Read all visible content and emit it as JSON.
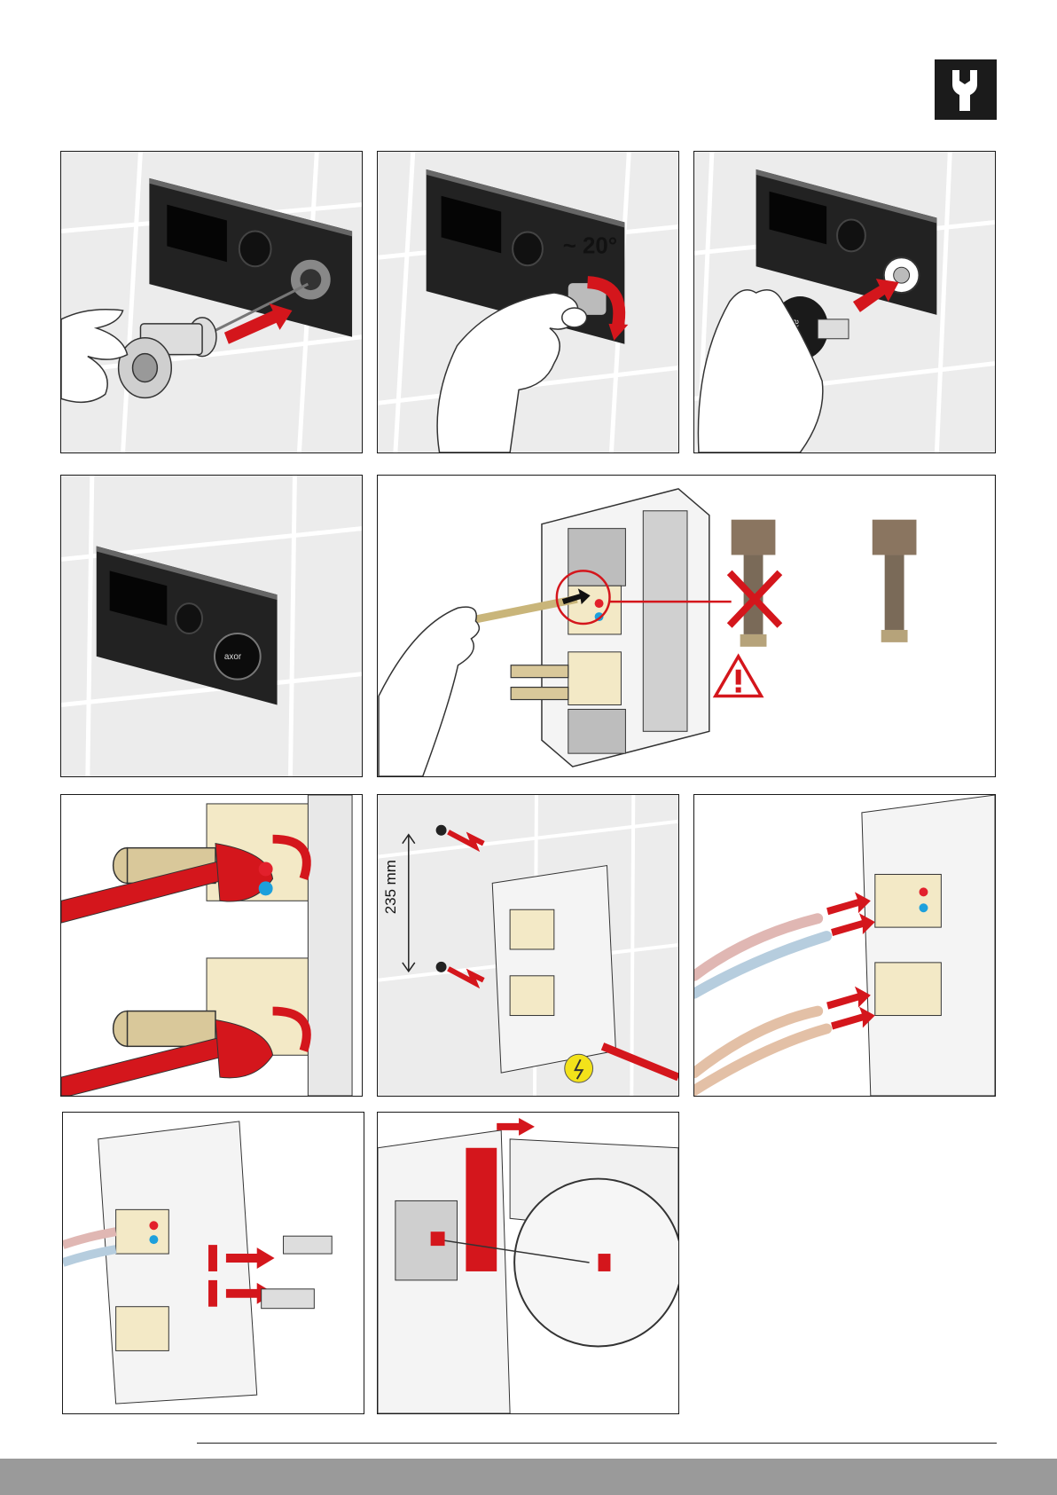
{
  "header": {
    "icon": "wrench-icon"
  },
  "panels": {
    "p2": {
      "angle_label": "~ 20°"
    },
    "p3": {
      "knob_label": "axor"
    },
    "p4": {
      "knob_label": "axor"
    },
    "p8": {
      "distance_label": "235 mm"
    }
  },
  "colors": {
    "accent_red": "#d4161c",
    "hot_red": "#e2202c",
    "cold_blue": "#1da0dc",
    "tile_bg": "#ececec",
    "brass": "#d9c89a",
    "warning_yellow": "#f3e21a"
  }
}
